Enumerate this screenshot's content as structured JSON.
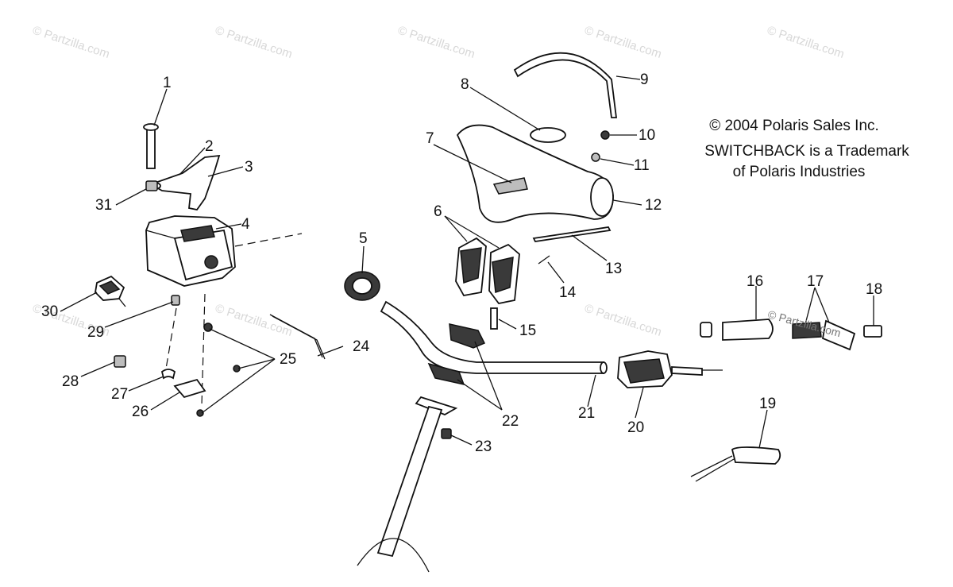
{
  "copyright_line": "© 2004 Polaris Sales Inc.",
  "trademark_line1": "SWITCHBACK is a Trademark",
  "trademark_line2": "of Polaris Industries",
  "watermark_text": "© Partzilla.com",
  "watermark_inline": "© Partzilla.com",
  "callouts": {
    "c1": "1",
    "c2": "2",
    "c3": "3",
    "c4": "4",
    "c5": "5",
    "c6": "6",
    "c7": "7",
    "c8": "8",
    "c9": "9",
    "c10": "10",
    "c11": "11",
    "c12": "12",
    "c13": "13",
    "c14": "14",
    "c15": "15",
    "c16": "16",
    "c17": "17",
    "c18": "18",
    "c19": "19",
    "c20": "20",
    "c21": "21",
    "c22": "22",
    "c23": "23",
    "c24": "24",
    "c25": "25",
    "c26": "26",
    "c27": "27",
    "c28": "28",
    "c29": "29",
    "c30": "30",
    "c31": "31"
  }
}
